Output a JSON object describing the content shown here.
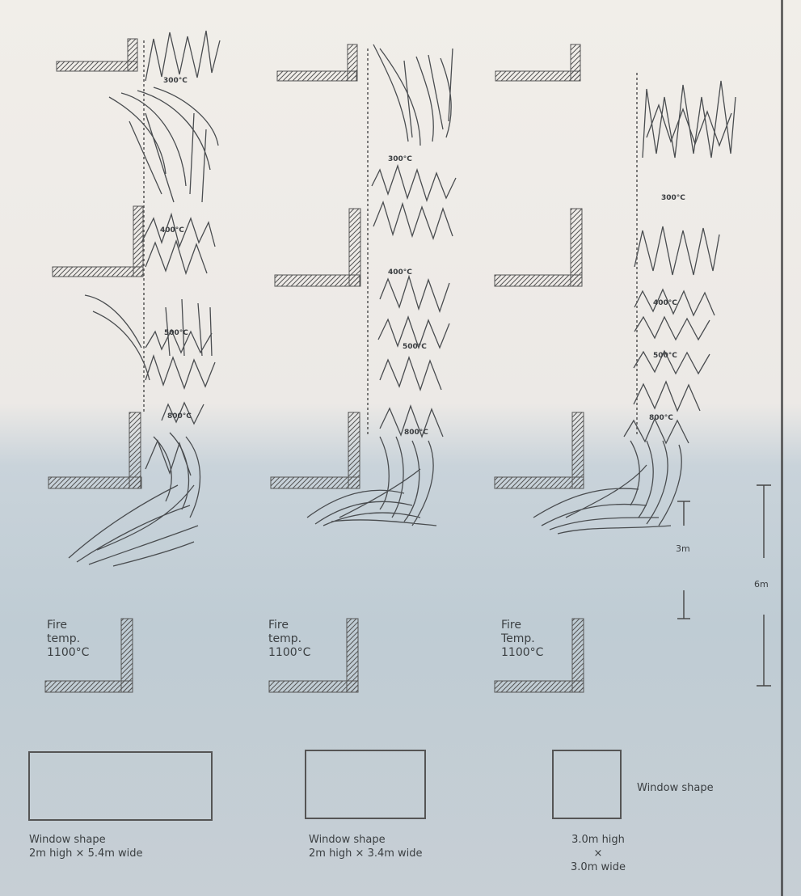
{
  "columns": [
    {
      "id": "a",
      "temps": [
        "300°C",
        "400°C",
        "500°C",
        "800°C"
      ],
      "fire_label": [
        "Fire",
        "temp.",
        "1100°C"
      ],
      "caption": [
        "Window shape",
        "2m high × 5.4m wide"
      ]
    },
    {
      "id": "b",
      "temps": [
        "300°C",
        "400°C",
        "500°C",
        "800°C"
      ],
      "fire_label": [
        "Fire",
        "temp.",
        "1100°C"
      ],
      "caption": [
        "Window shape",
        "2m high × 3.4m wide"
      ]
    },
    {
      "id": "c",
      "temps": [
        "300°C",
        "400°C",
        "500°C",
        "800°C"
      ],
      "fire_label": [
        "Fire",
        "Temp.",
        "1100°C"
      ],
      "caption": [
        "3.0m high",
        "×",
        "3.0m wide"
      ],
      "side_label": "Window shape"
    }
  ],
  "dimensions": {
    "storey_height": "3m",
    "flame_height": "6m"
  },
  "colors": {
    "ink": "#3a3d40",
    "paper_top": "#f1eee9",
    "paper_bottom": "#c3ced6"
  }
}
